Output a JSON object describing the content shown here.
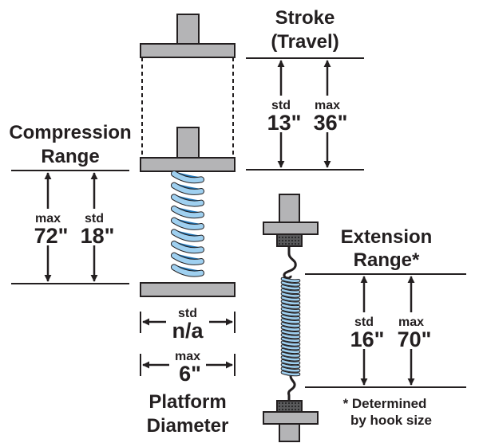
{
  "stroke": {
    "title_line1": "Stroke",
    "title_line2": "(Travel)",
    "std_label": "std",
    "std_value": "13\"",
    "max_label": "max",
    "max_value": "36\""
  },
  "compression": {
    "title_line1": "Compression",
    "title_line2": "Range",
    "max_label": "max",
    "max_value": "72\"",
    "std_label": "std",
    "std_value": "18\""
  },
  "platform": {
    "std_label": "std",
    "std_value": "n/a",
    "max_label": "max",
    "max_value": "6\"",
    "title_line1": "Platform",
    "title_line2": "Diameter"
  },
  "extension": {
    "title_line1": "Extension",
    "title_line2": "Range*",
    "std_label": "std",
    "std_value": "16\"",
    "max_label": "max",
    "max_value": "70\""
  },
  "footnote": {
    "line1": "* Determined",
    "line2": "by hook size"
  },
  "colors": {
    "ink": "#231f20",
    "metal": "#b4b4b6",
    "spring_light": "#9fd0f0",
    "spring_dark": "#1e74b6"
  }
}
